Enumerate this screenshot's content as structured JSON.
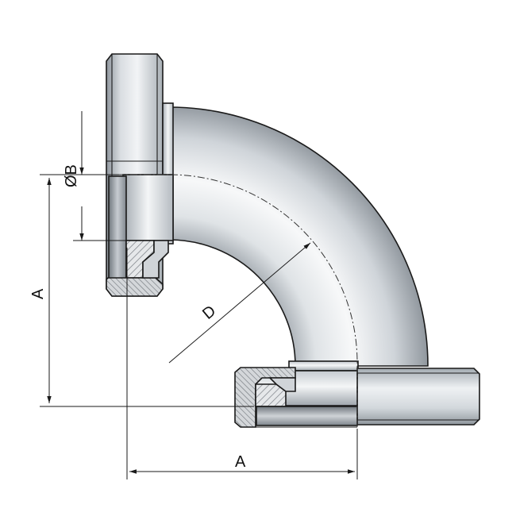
{
  "labels": {
    "dim_a_vertical": "A",
    "dim_a_horizontal": "A",
    "dim_b": "ØB",
    "dim_d": "D"
  },
  "colors": {
    "metal_light": "#f4f6f8",
    "metal_mid": "#c9ced4",
    "metal_dark": "#8f969e",
    "section_hatch": "#7d8288",
    "line": "#1a1a1a"
  },
  "icons": [
    "elbow-fitting-drawing"
  ]
}
